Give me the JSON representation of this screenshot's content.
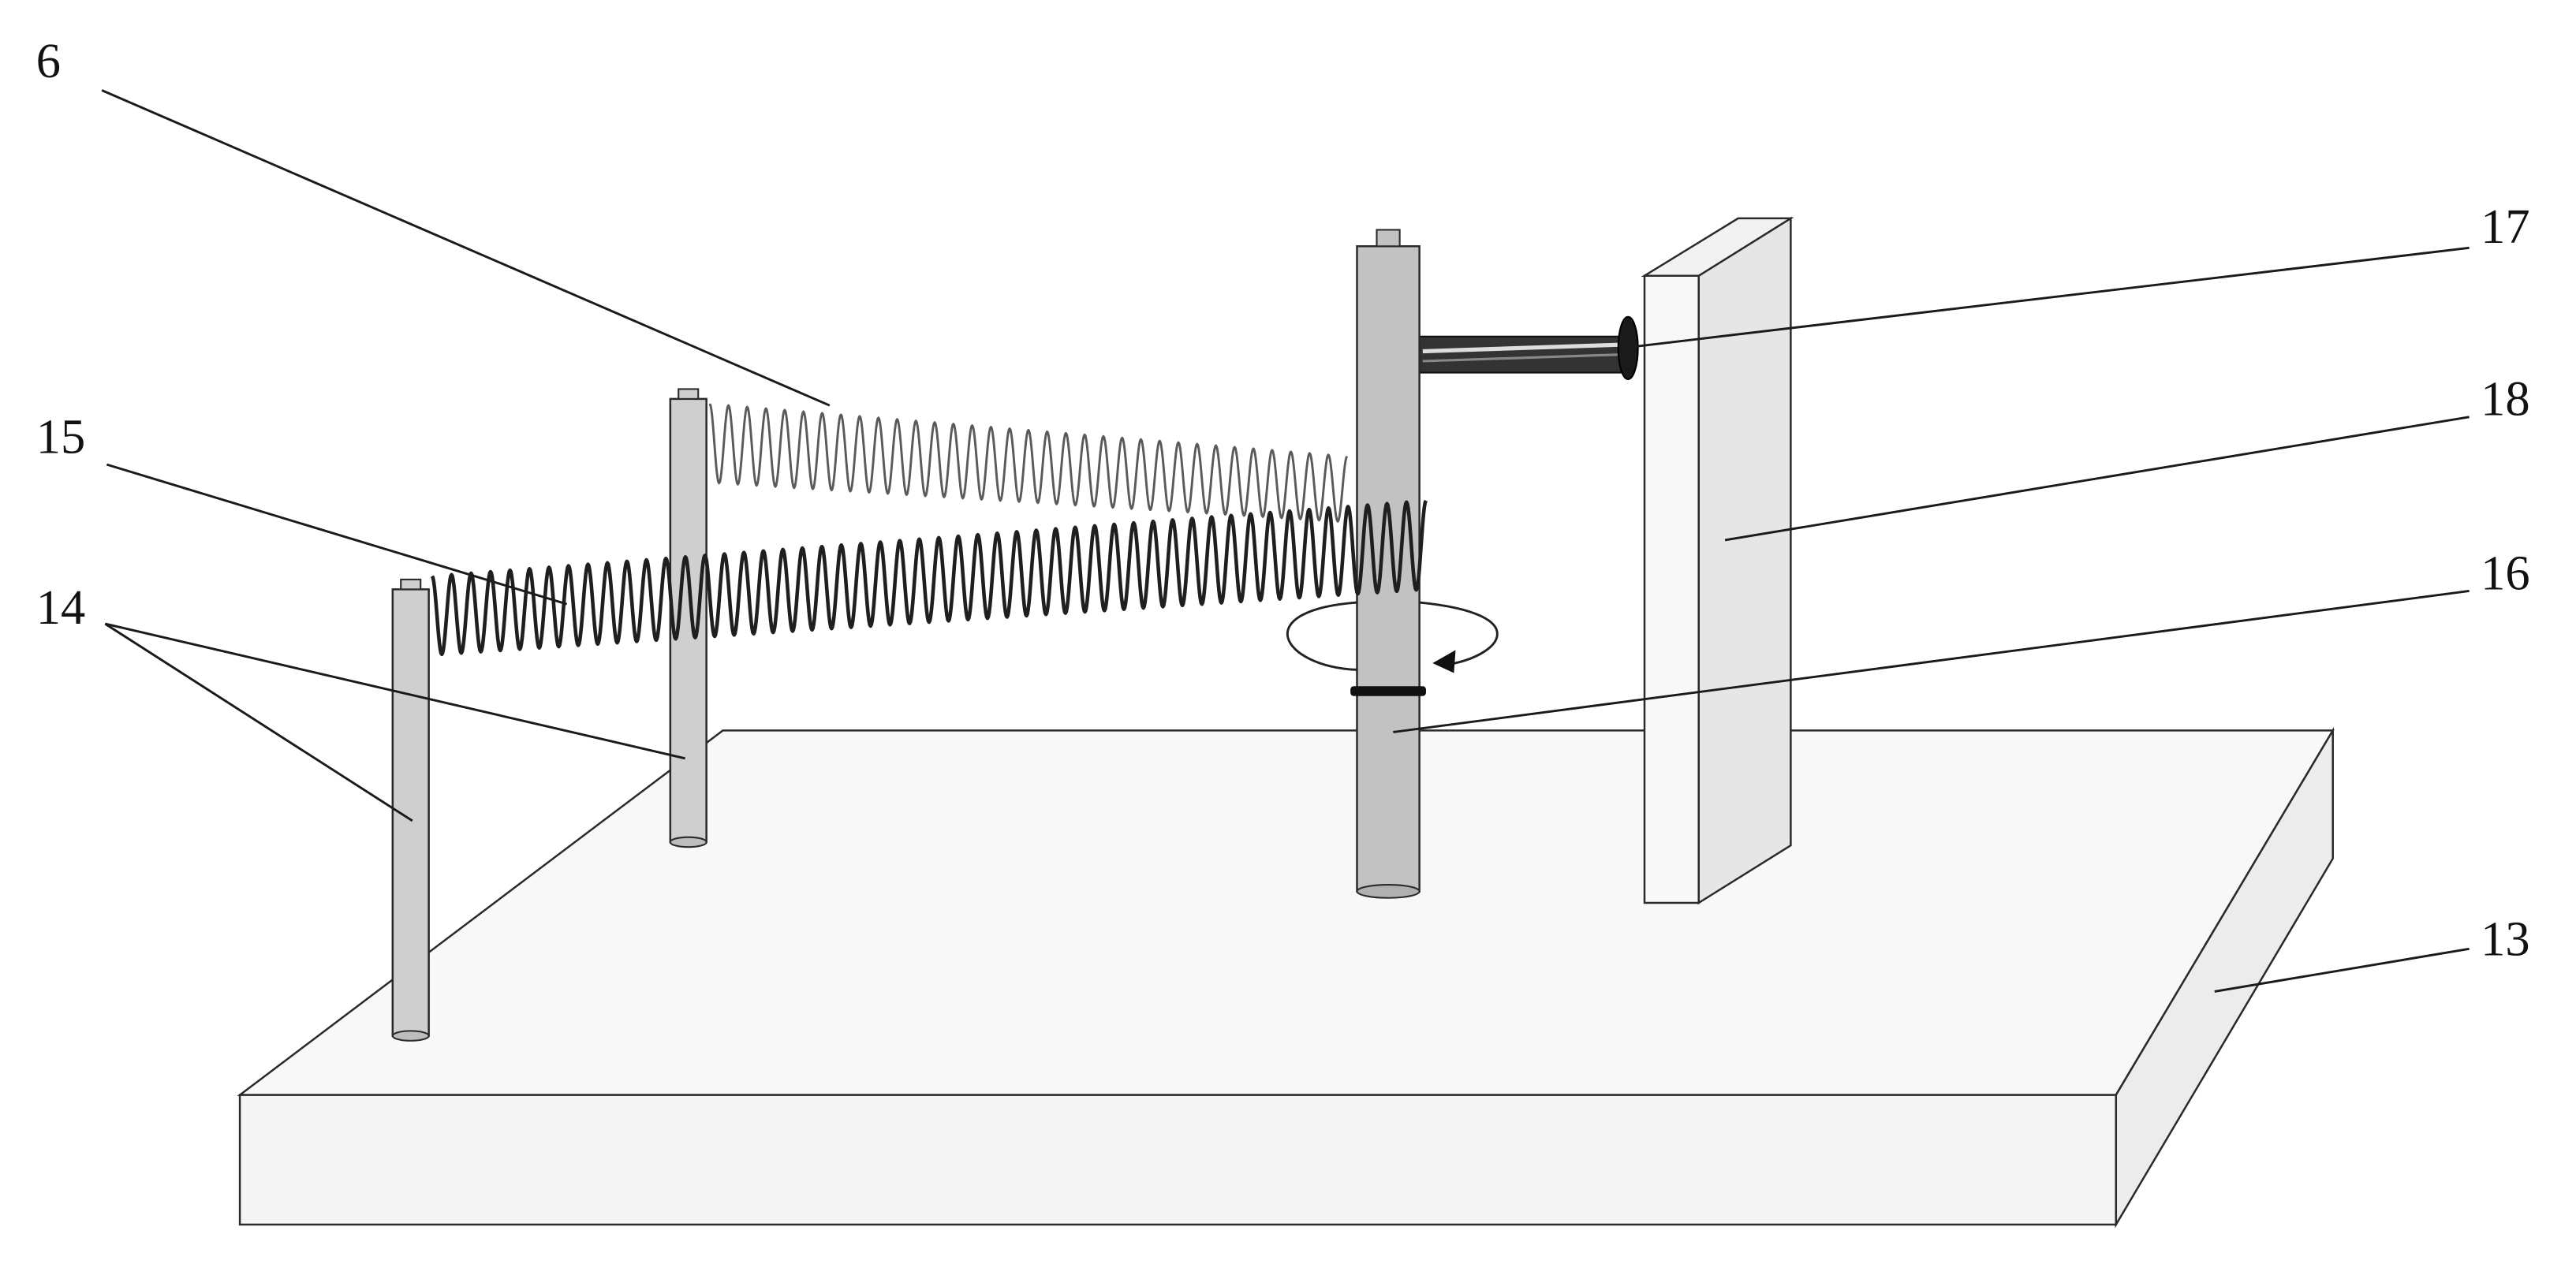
{
  "labels": {
    "l6": "6",
    "l13": "13",
    "l14": "14",
    "l15": "15",
    "l16": "16",
    "l17": "17",
    "l18": "18"
  },
  "colors": {
    "background": "#ffffff",
    "outline": "#2a2a2a",
    "base_top": "#f8f8f8",
    "base_front": "#f4f4f4",
    "base_side": "#ececec",
    "post_fill": "#cfcfcf",
    "center_post_fill": "#c2c2c2",
    "plate_front": "#f8f8f8",
    "plate_side": "#e6e6e6",
    "spring_front": "#1f1f1f",
    "spring_back": "#5a5a5a",
    "rod": "#222222"
  }
}
